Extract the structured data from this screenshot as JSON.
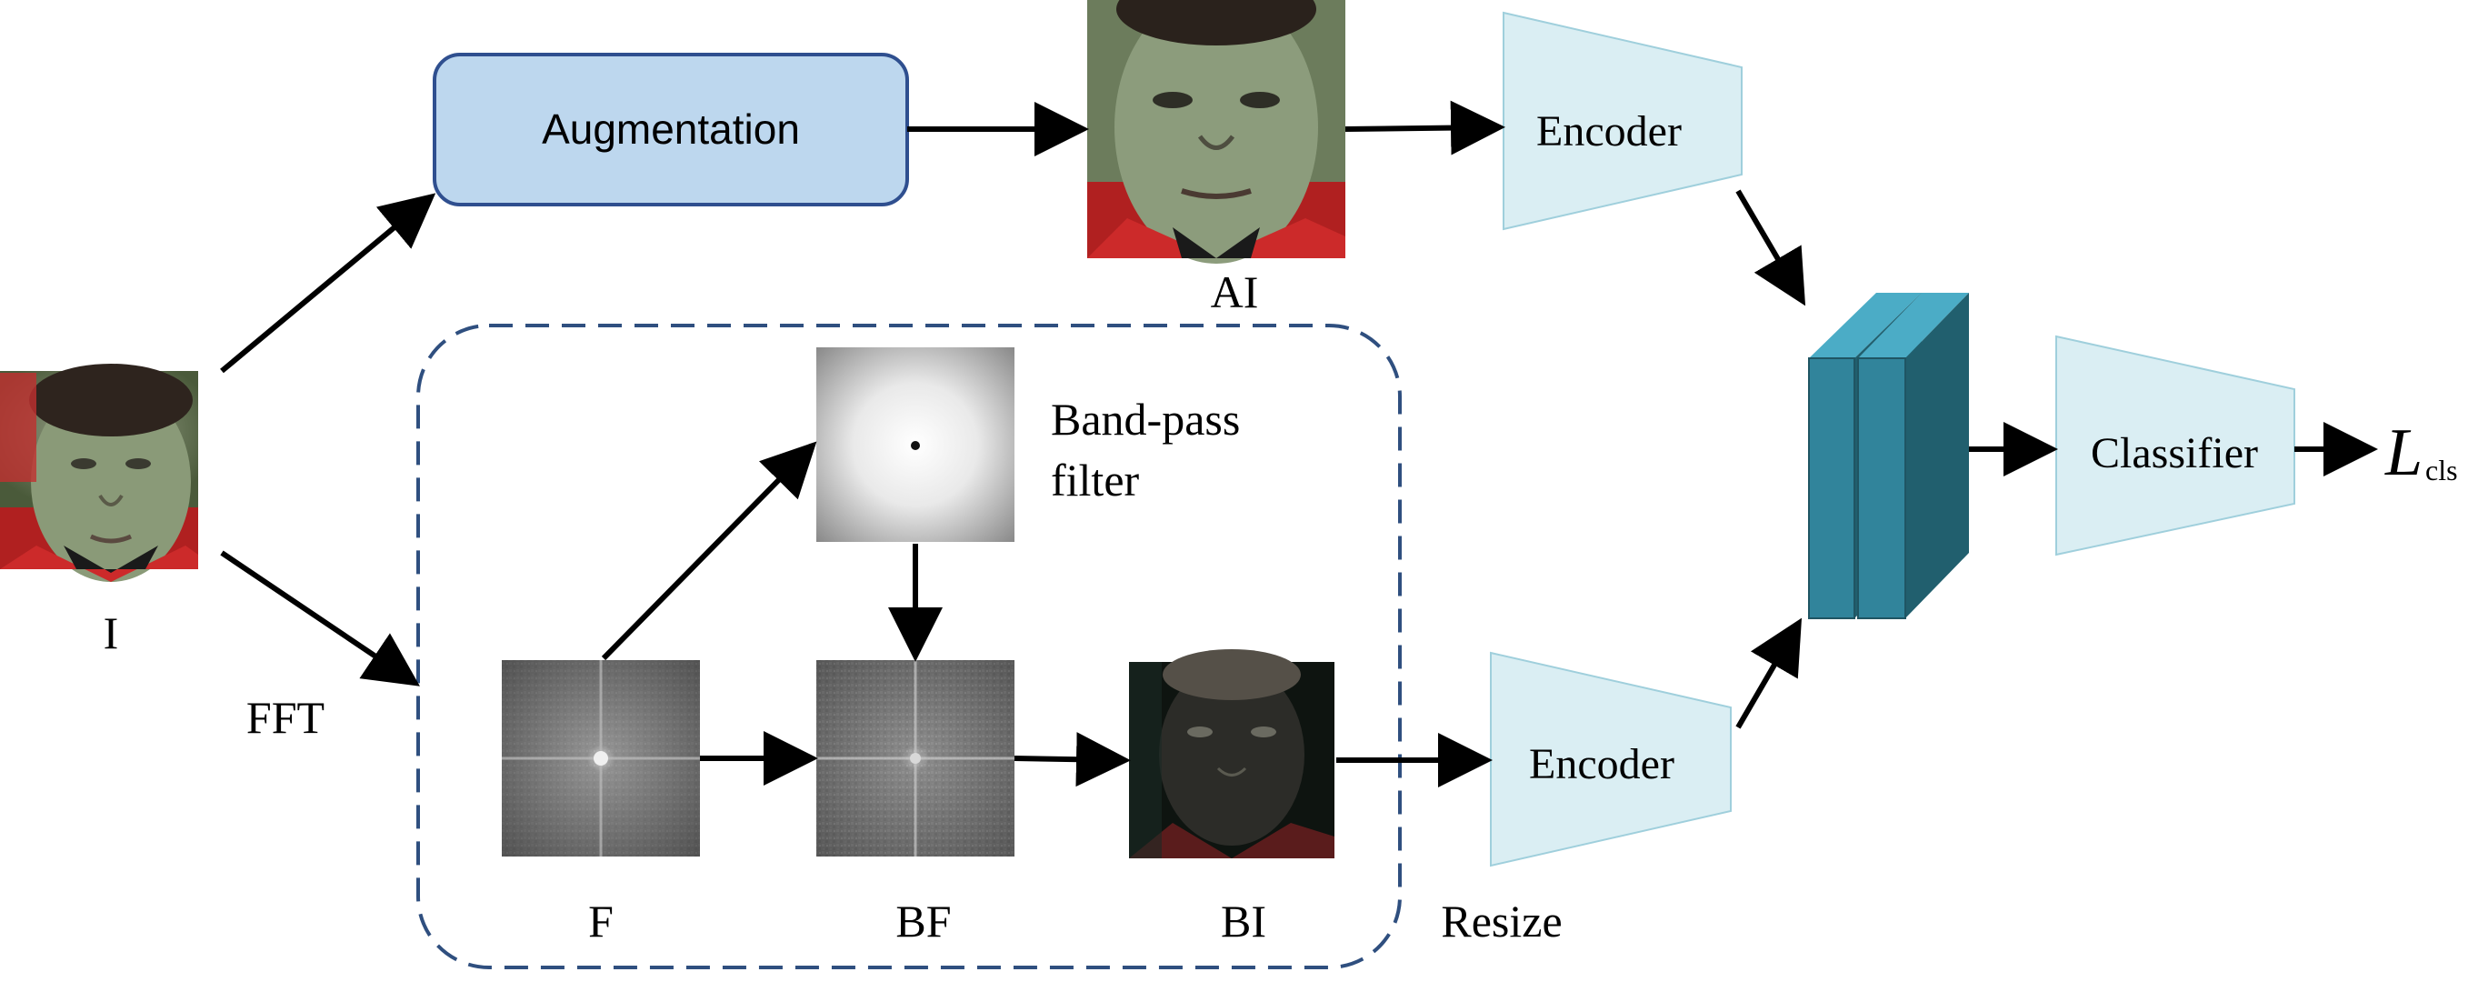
{
  "labels": {
    "input": "I",
    "augmented": "AI",
    "fft": "FFT",
    "fourier": "F",
    "filtered_fourier": "BF",
    "band_image": "BI",
    "resize": "Resize"
  },
  "augmentation": {
    "label": "Augmentation"
  },
  "filter": {
    "line1": "Band-pass",
    "line2": "filter"
  },
  "encoder_top": {
    "label": "Encoder"
  },
  "encoder_bottom": {
    "label": "Encoder"
  },
  "classifier": {
    "label": "Classifier"
  },
  "loss": {
    "symbol": "L",
    "subscript": "cls"
  },
  "colors": {
    "augmentation_fill": "#bdd7ee",
    "augmentation_stroke": "#2f4f8f",
    "trapezoid_fill": "#daeef3",
    "trapezoid_stroke": "#9fcfdc",
    "feature_front": "#31849b",
    "feature_top": "#4bacc6",
    "feature_side": "#215f6e",
    "dashed_region": "#2f4f7f",
    "face_skin": "#8a9a78",
    "shirt": "#cc2a2a"
  },
  "icons": {
    "faces": "face-photo-icon",
    "spectrum": "spectrum-icon",
    "filter": "radial-gradient-icon"
  }
}
